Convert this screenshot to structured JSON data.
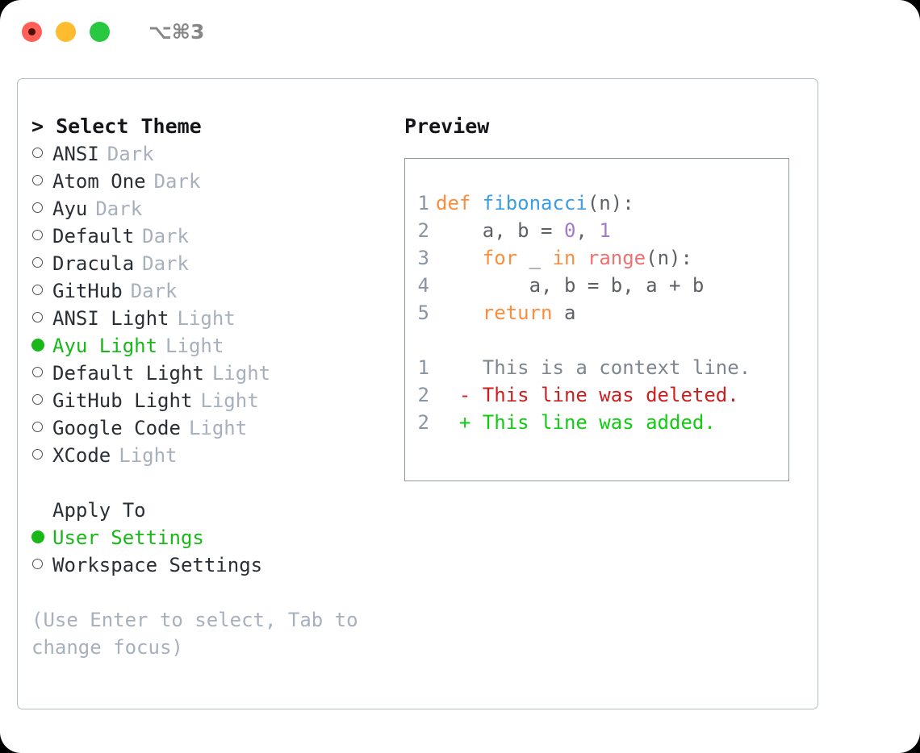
{
  "window": {
    "shortcut": "⌥⌘3",
    "traffic_lights": [
      "close-red",
      "minimize-yellow",
      "maximize-green"
    ]
  },
  "theme_picker": {
    "heading": "> Select Theme",
    "options": [
      {
        "label": "ANSI",
        "tag": "Dark",
        "selected": false
      },
      {
        "label": "Atom One",
        "tag": "Dark",
        "selected": false
      },
      {
        "label": "Ayu",
        "tag": "Dark",
        "selected": false
      },
      {
        "label": "Default",
        "tag": "Dark",
        "selected": false
      },
      {
        "label": "Dracula",
        "tag": "Dark",
        "selected": false
      },
      {
        "label": "GitHub",
        "tag": "Dark",
        "selected": false
      },
      {
        "label": "ANSI Light",
        "tag": "Light",
        "selected": false
      },
      {
        "label": "Ayu Light",
        "tag": "Light",
        "selected": true
      },
      {
        "label": "Default Light",
        "tag": "Light",
        "selected": false
      },
      {
        "label": "GitHub Light",
        "tag": "Light",
        "selected": false
      },
      {
        "label": "Google Code",
        "tag": "Light",
        "selected": false
      },
      {
        "label": "XCode",
        "tag": "Light",
        "selected": false
      }
    ]
  },
  "apply_to": {
    "title": "Apply To",
    "options": [
      {
        "label": "User Settings",
        "selected": true
      },
      {
        "label": "Workspace Settings",
        "selected": false
      }
    ]
  },
  "hint": "(Use Enter to select, Tab to change focus)",
  "preview": {
    "title": "Preview",
    "code_lines": [
      {
        "n": "1",
        "tokens": [
          {
            "t": "def ",
            "c": "t-kw"
          },
          {
            "t": "fibonacci",
            "c": "t-fn"
          },
          {
            "t": "(n):",
            "c": "t-txt"
          }
        ]
      },
      {
        "n": "2",
        "tokens": [
          {
            "t": "    a, b = ",
            "c": "t-txt"
          },
          {
            "t": "0",
            "c": "t-num"
          },
          {
            "t": ", ",
            "c": "t-txt"
          },
          {
            "t": "1",
            "c": "t-num"
          }
        ]
      },
      {
        "n": "3",
        "tokens": [
          {
            "t": "    ",
            "c": "t-txt"
          },
          {
            "t": "for",
            "c": "t-kw"
          },
          {
            "t": " _ ",
            "c": "t-txt"
          },
          {
            "t": "in",
            "c": "t-kw"
          },
          {
            "t": " ",
            "c": "t-txt"
          },
          {
            "t": "range",
            "c": "t-call"
          },
          {
            "t": "(n):",
            "c": "t-txt"
          }
        ]
      },
      {
        "n": "4",
        "tokens": [
          {
            "t": "        a, b = b, a + b",
            "c": "t-txt"
          }
        ]
      },
      {
        "n": "5",
        "tokens": [
          {
            "t": "    ",
            "c": "t-txt"
          },
          {
            "t": "return",
            "c": "t-kw"
          },
          {
            "t": " a",
            "c": "t-txt"
          }
        ]
      }
    ],
    "diff_lines": [
      {
        "n": "1",
        "sign": " ",
        "text": " This is a context line.",
        "c": "t-ctx"
      },
      {
        "n": "2",
        "sign": "-",
        "text": " This line was deleted.",
        "c": "t-del"
      },
      {
        "n": "2",
        "sign": "+",
        "text": " This line was added.",
        "c": "t-add"
      }
    ]
  },
  "colors": {
    "accent_green": "#17b817",
    "tag_gray": "#a7b0bd",
    "keyword_orange": "#fa8d3e",
    "function_blue": "#399ee6",
    "number_purple": "#a37acc",
    "call_red": "#f07171",
    "diff_add": "#11cc11",
    "diff_del": "#cc1f1f",
    "panel_border": "#b4bcc8",
    "preview_border": "#8d97a6"
  }
}
